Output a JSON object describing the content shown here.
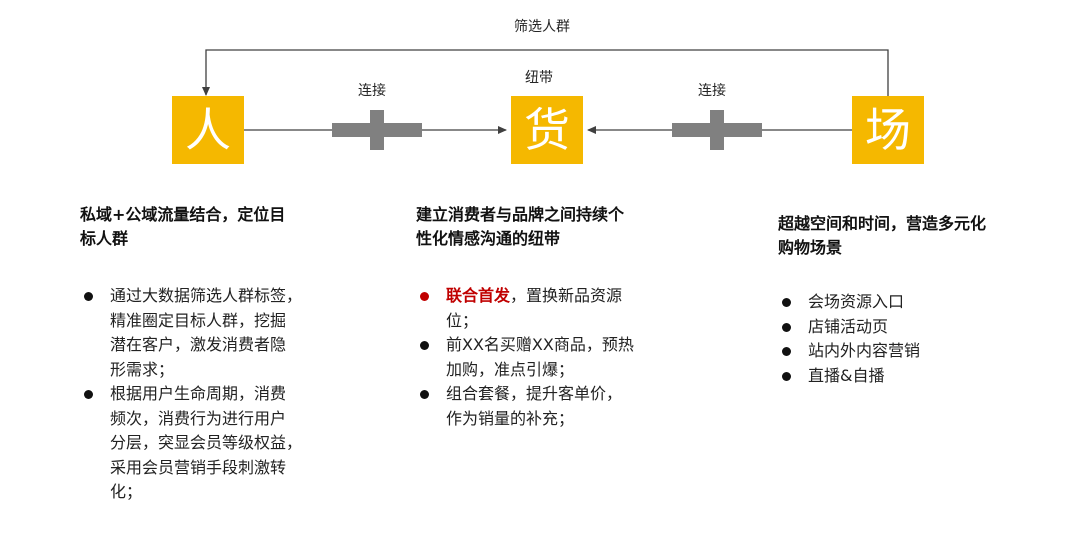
{
  "diagram": {
    "top_label": "筛选人群",
    "middle_label": "纽带",
    "left_link_label": "连接",
    "right_link_label": "连接",
    "nodes": {
      "people": "人",
      "goods": "货",
      "place": "场"
    },
    "colors": {
      "box": "#f5b800",
      "connector": "#808080",
      "line": "#404040",
      "highlight": "#c00000"
    }
  },
  "columns": {
    "people": {
      "heading": "私域+公域流量结合，定位目标人群",
      "heading_lines": [
        "私域+公域流量结合，定位目",
        "标人群"
      ],
      "bullets": [
        {
          "lines": [
            "通过大数据筛选人群标签，",
            "精准圈定目标人群，挖掘",
            "潜在客户，激发消费者隐",
            "形需求；"
          ]
        },
        {
          "lines": [
            "根据用户生命周期，消费",
            "频次，消费行为进行用户",
            "分层，突显会员等级权益，",
            "采用会员营销手段刺激转",
            "化；"
          ]
        }
      ]
    },
    "goods": {
      "heading": "建立消费者与品牌之间持续个性化情感沟通的纽带",
      "heading_lines": [
        "建立消费者与品牌之间持续个",
        "性化情感沟通的纽带"
      ],
      "bullets": [
        {
          "highlight": "联合首发",
          "rest_first": "，置换新品资源",
          "lines": [
            "位；"
          ]
        },
        {
          "lines": [
            "前XX名买赠XX商品，预热",
            "加购，准点引爆；"
          ]
        },
        {
          "lines": [
            "组合套餐，提升客单价，",
            "作为销量的补充；"
          ]
        }
      ]
    },
    "place": {
      "heading": "超越空间和时间，营造多元化购物场景",
      "heading_lines": [
        "超越空间和时间，营造多元化",
        "购物场景"
      ],
      "bullets": [
        {
          "lines": [
            "会场资源入口"
          ]
        },
        {
          "lines": [
            "店铺活动页"
          ]
        },
        {
          "lines": [
            "站内外内容营销"
          ]
        },
        {
          "lines": [
            "直播&自播"
          ]
        }
      ]
    }
  }
}
